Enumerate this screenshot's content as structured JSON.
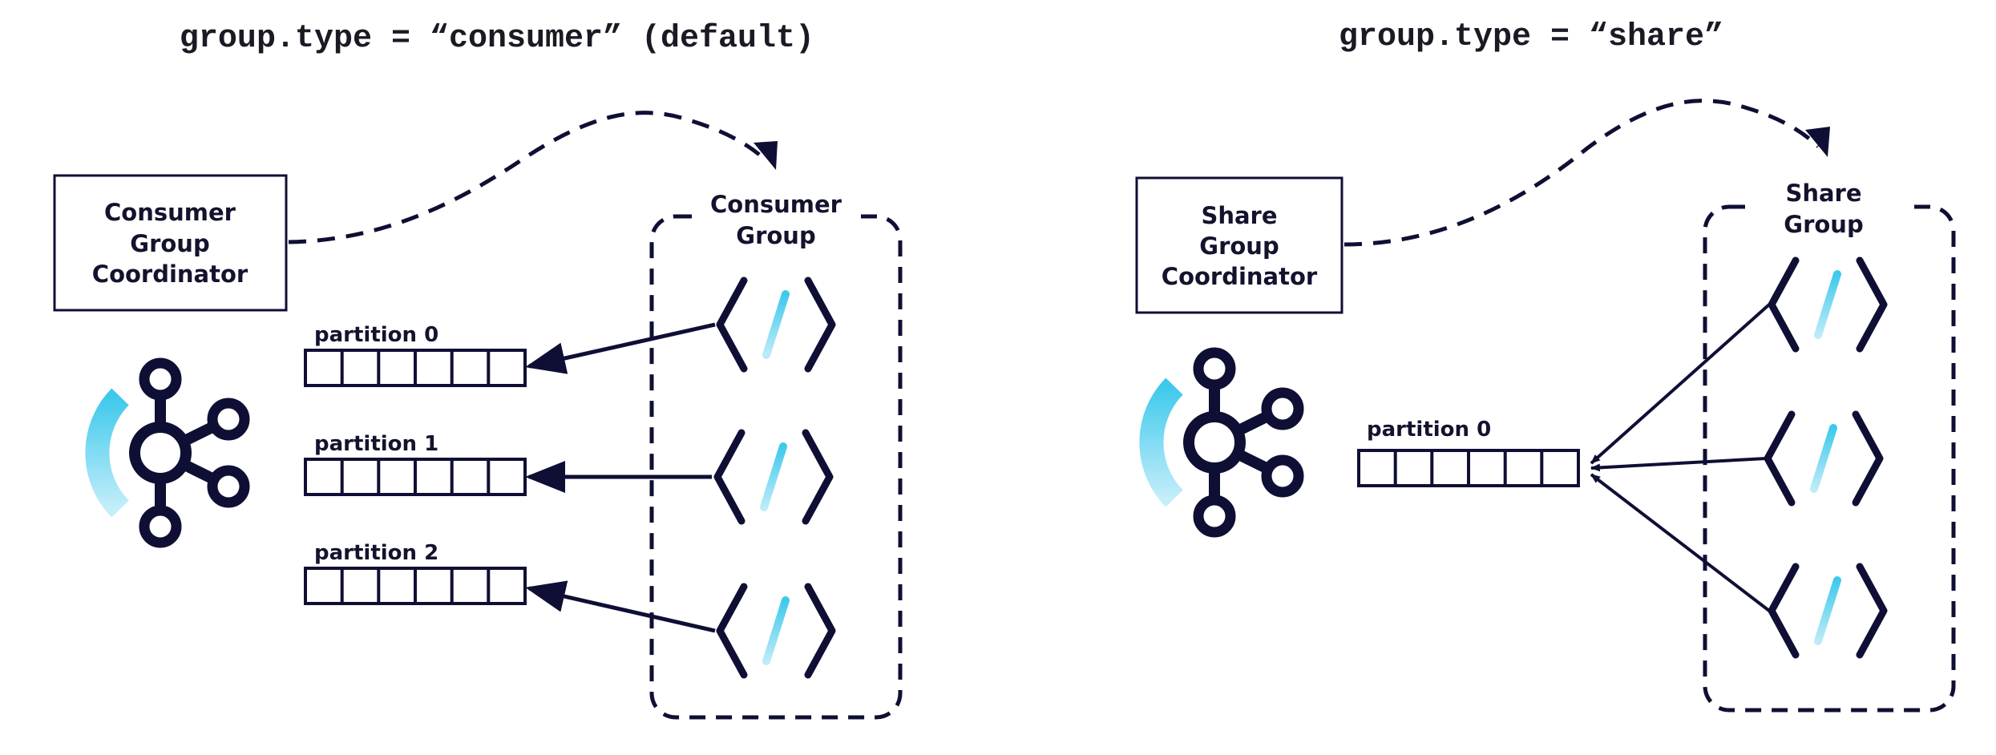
{
  "left_panel": {
    "heading": "group.type = “consumer” (default)",
    "coordinator_lines": [
      "Consumer",
      "Group",
      "Coordinator"
    ],
    "group_label_lines": [
      "Consumer",
      "Group"
    ],
    "partitions": [
      "partition 0",
      "partition 1",
      "partition 2"
    ]
  },
  "right_panel": {
    "heading": "group.type = “share”",
    "coordinator_lines": [
      "Share",
      "Group",
      "Coordinator"
    ],
    "group_label_lines": [
      "Share",
      "Group"
    ],
    "partitions": [
      "partition 0"
    ]
  },
  "icons": {
    "broker": "kafka-logo-icon",
    "consumer": "code-brackets-icon"
  },
  "colors": {
    "ink": "#0f0f35",
    "accent": "#3ec9ec",
    "accent_light": "#b9ecf8"
  }
}
